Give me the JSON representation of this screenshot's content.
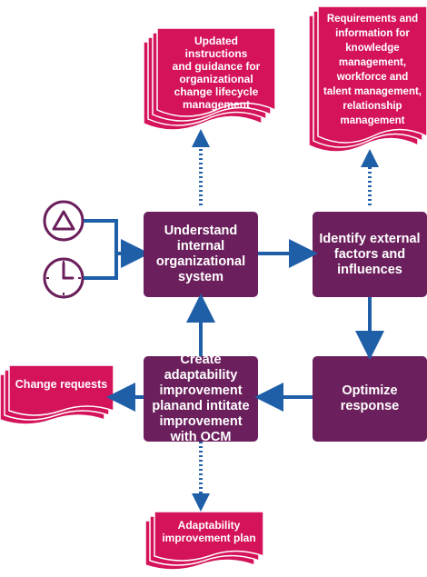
{
  "processes": {
    "understand": "Understand\ninternal\norganizational\nsystem",
    "identify": "Identify external\nfactors and\ninfluences",
    "optimize": "Optimize\nresponse",
    "create": "Create adaptability\nimprovement\nplanand intitate\nimprovement\nwith OCM"
  },
  "documents": {
    "updated_instructions": "Updated\ninstructions\nand guidance for\norganizational\nchange lifecycle\nmanagement",
    "requirements": "Requirements and\ninformation for\nknowledge\nmanagement,\nworkforce and\ntalent management,\nrelationship\nmanagement",
    "change_requests": "Change requests",
    "adaptability_plan": "Adaptability\nimprovement plan"
  },
  "icons": {
    "triangle": "triangle-icon",
    "clock": "clock-icon"
  },
  "colors": {
    "process_fill": "#6b1f5c",
    "document_fill": "#d4135a",
    "arrow": "#1f5fa8",
    "icon_stroke": "#6b1f5c"
  }
}
